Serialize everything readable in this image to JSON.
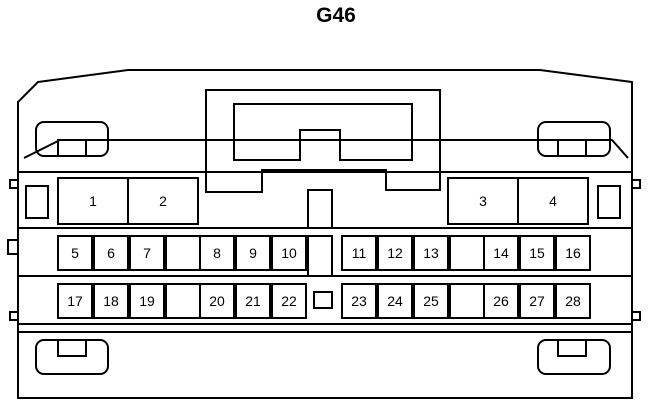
{
  "connector": {
    "title": "G46"
  },
  "pins": {
    "top": [
      "1",
      "2",
      "3",
      "4"
    ],
    "mid": [
      "5",
      "6",
      "7",
      "",
      "8",
      "9",
      "10",
      "",
      "11",
      "12",
      "13",
      "",
      "14",
      "15",
      "16"
    ],
    "bot": [
      "17",
      "18",
      "19",
      "",
      "20",
      "21",
      "22",
      "",
      "23",
      "24",
      "25",
      "",
      "26",
      "27",
      "28"
    ]
  },
  "colors": {
    "stroke": "#000000",
    "background": "#ffffff"
  }
}
